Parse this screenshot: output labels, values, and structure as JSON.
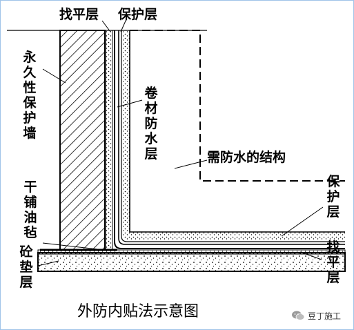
{
  "labels": {
    "leveling_top": "找平层",
    "protect_top": "保护层",
    "perm_wall": "永久性保护墙",
    "membrane": "卷材防水层",
    "structure": "需防水的结构",
    "felt": "干铺油毡",
    "cushion": "砼垫层",
    "protect_right": "保护层",
    "leveling_right": "找平层"
  },
  "caption": "外防内贴法示意图",
  "brand": {
    "text": "豆丁施工",
    "icon": "wechat-icon"
  },
  "colors": {
    "frame": "#9fc3e8",
    "ink": "#000000"
  }
}
